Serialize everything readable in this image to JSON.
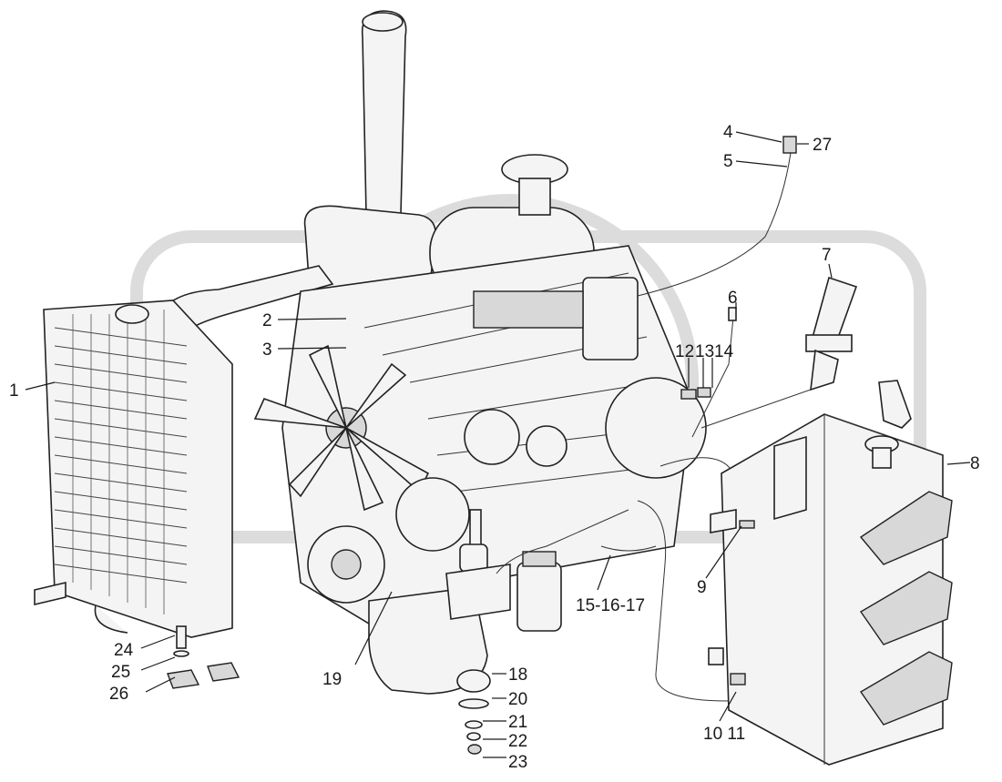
{
  "callouts": [
    {
      "id": "c1",
      "text": "1"
    },
    {
      "id": "c2",
      "text": "2"
    },
    {
      "id": "c3",
      "text": "3"
    },
    {
      "id": "c4",
      "text": "4"
    },
    {
      "id": "c5",
      "text": "5"
    },
    {
      "id": "c6",
      "text": "6"
    },
    {
      "id": "c7",
      "text": "7"
    },
    {
      "id": "c8",
      "text": "8"
    },
    {
      "id": "c9",
      "text": "9"
    },
    {
      "id": "c10_11",
      "text": "10 11"
    },
    {
      "id": "c12",
      "text": "12"
    },
    {
      "id": "c13",
      "text": "13"
    },
    {
      "id": "c14",
      "text": "14"
    },
    {
      "id": "c15_16_17",
      "text": "15-16-17"
    },
    {
      "id": "c18",
      "text": "18"
    },
    {
      "id": "c19",
      "text": "19"
    },
    {
      "id": "c20",
      "text": "20"
    },
    {
      "id": "c21",
      "text": "21"
    },
    {
      "id": "c22",
      "text": "22"
    },
    {
      "id": "c23",
      "text": "23"
    },
    {
      "id": "c24",
      "text": "24"
    },
    {
      "id": "c25",
      "text": "25"
    },
    {
      "id": "c26",
      "text": "26"
    },
    {
      "id": "c27",
      "text": "27"
    }
  ]
}
